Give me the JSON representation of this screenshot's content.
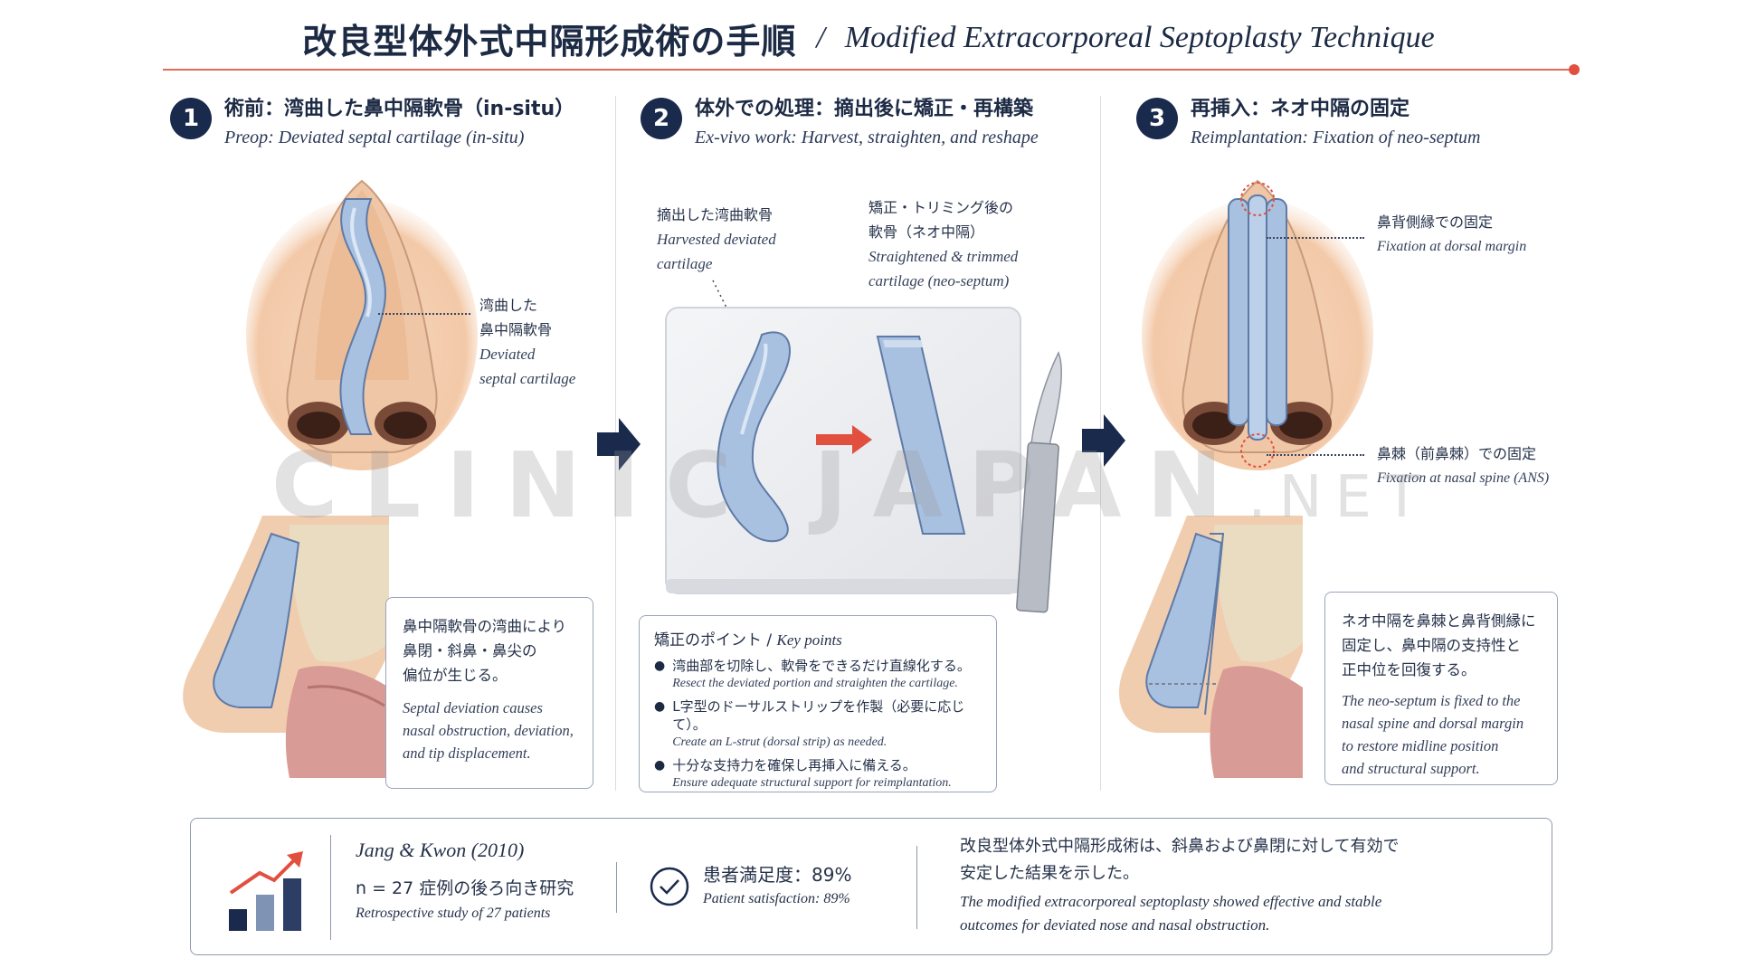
{
  "header": {
    "title_jp": "改良型体外式中隔形成術の手順",
    "separator": "/",
    "title_en": "Modified Extracorporeal Septoplasty Technique"
  },
  "steps": [
    {
      "number": "1",
      "title": "術前：湾曲した鼻中隔軟骨（in-situ）",
      "subtitle": "Preop: Deviated septal cartilage (in-situ)",
      "callout": {
        "jp1": "湾曲した",
        "jp2": "鼻中隔軟骨",
        "en1": "Deviated",
        "en2": "septal cartilage"
      },
      "note": {
        "jp": [
          "鼻中隔軟骨の湾曲により",
          "鼻閉・斜鼻・鼻尖の",
          "偏位が生じる。"
        ],
        "en": [
          "Septal deviation causes",
          "nasal obstruction, deviation,",
          "and tip displacement."
        ]
      }
    },
    {
      "number": "2",
      "title": "体外での処理：摘出後に矯正・再構築",
      "subtitle": "Ex-vivo work: Harvest, straighten, and reshape",
      "callout_left": {
        "jp": "摘出した湾曲軟骨",
        "en1": "Harvested deviated",
        "en2": "cartilage"
      },
      "callout_right": {
        "jp1": "矯正・トリミング後の",
        "jp2": "軟骨（ネオ中隔）",
        "en1": "Straightened & trimmed",
        "en2": "cartilage (neo-septum)"
      },
      "key_points": {
        "title_jp": "矯正のポイント",
        "title_sep": "/",
        "title_en": "Key points",
        "items": [
          {
            "jp": "湾曲部を切除し、軟骨をできるだけ直線化する。",
            "en": "Resect the deviated portion and straighten the cartilage."
          },
          {
            "jp": "L字型のドーサルストリップを作製（必要に応じて）。",
            "en": "Create an L-strut (dorsal strip) as needed."
          },
          {
            "jp": "十分な支持力を確保し再挿入に備える。",
            "en": "Ensure adequate structural support for reimplantation."
          }
        ]
      }
    },
    {
      "number": "3",
      "title": "再挿入：ネオ中隔の固定",
      "subtitle": "Reimplantation: Fixation of neo-septum",
      "callout_top": {
        "jp": "鼻背側縁での固定",
        "en": "Fixation at dorsal margin"
      },
      "callout_bottom": {
        "jp": "鼻棘（前鼻棘）での固定",
        "en": "Fixation at nasal spine (ANS)"
      },
      "note": {
        "jp": [
          "ネオ中隔を鼻棘と鼻背側縁に",
          "固定し、鼻中隔の支持性と",
          "正中位を回復する。"
        ],
        "en": [
          "The neo-septum is fixed to the",
          "nasal spine and dorsal margin",
          "to restore midline position",
          "and structural support."
        ]
      }
    }
  ],
  "watermark": {
    "main": "CLINIC JAPAN",
    "suffix": ".NET"
  },
  "summary": {
    "study_title": "Jang & Kwon (2010)",
    "study_jp": "n = 27 症例の後ろ向き研究",
    "study_en": "Retrospective study of 27 patients",
    "satisfaction_jp": "患者満足度：89%",
    "satisfaction_en": "Patient satisfaction: 89%",
    "conclusion_jp1": "改良型体外式中隔形成術は、斜鼻および鼻閉に対して有効で",
    "conclusion_jp2": "安定した結果を示した。",
    "conclusion_en1": "The modified extracorporeal septoplasty showed effective and stable",
    "conclusion_en2": "outcomes for deviated nose and nasal obstruction."
  },
  "colors": {
    "navy": "#1a2a4c",
    "accent_red": "#e1503f",
    "cartilage_blue": "#9fb8d8"
  }
}
